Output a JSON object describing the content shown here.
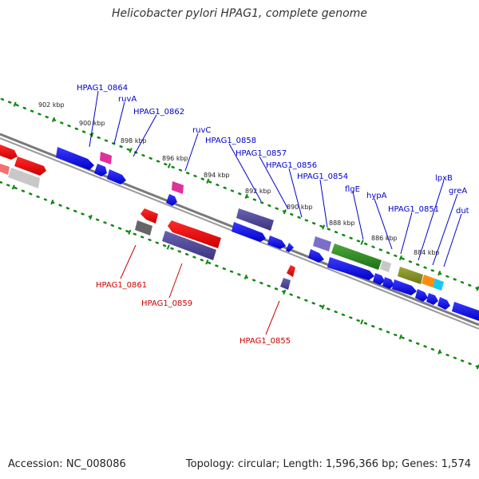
{
  "title": "Helicobacter pylori HPAG1, complete genome",
  "footer": {
    "accession": "Accession: NC_008086",
    "info": "Topology: circular; Length: 1,596,366 bp; Genes: 1,574"
  },
  "ticks": [
    {
      "label": "902 kbp"
    },
    {
      "label": "900 kbp"
    },
    {
      "label": "898 kbp"
    },
    {
      "label": "896 kbp"
    },
    {
      "label": "894 kbp"
    },
    {
      "label": "892 kbp"
    },
    {
      "label": "890 kbp"
    },
    {
      "label": "888 kbp"
    },
    {
      "label": "886 kbp"
    },
    {
      "label": "884 kbp"
    }
  ],
  "gene_labels_top": [
    {
      "label": "HPAG1_0864"
    },
    {
      "label": "ruvA"
    },
    {
      "label": "HPAG1_0862"
    },
    {
      "label": "ruvC"
    },
    {
      "label": "HPAG1_0858"
    },
    {
      "label": "HPAG1_0857"
    },
    {
      "label": "HPAG1_0856"
    },
    {
      "label": "HPAG1_0854"
    },
    {
      "label": "flgE"
    },
    {
      "label": "hypA"
    },
    {
      "label": "HPAG1_0851"
    },
    {
      "label": "lpxB"
    },
    {
      "label": "greA"
    },
    {
      "label": "dut"
    }
  ],
  "gene_labels_bottom": [
    {
      "label": "HPAG1_0861"
    },
    {
      "label": "HPAG1_0859"
    },
    {
      "label": "HPAG1_0855"
    }
  ],
  "colors": {
    "forward_label": "#0000cc",
    "reverse_label": "#cc0000",
    "tick": "#118811",
    "backbone": "#7a7a7a"
  }
}
